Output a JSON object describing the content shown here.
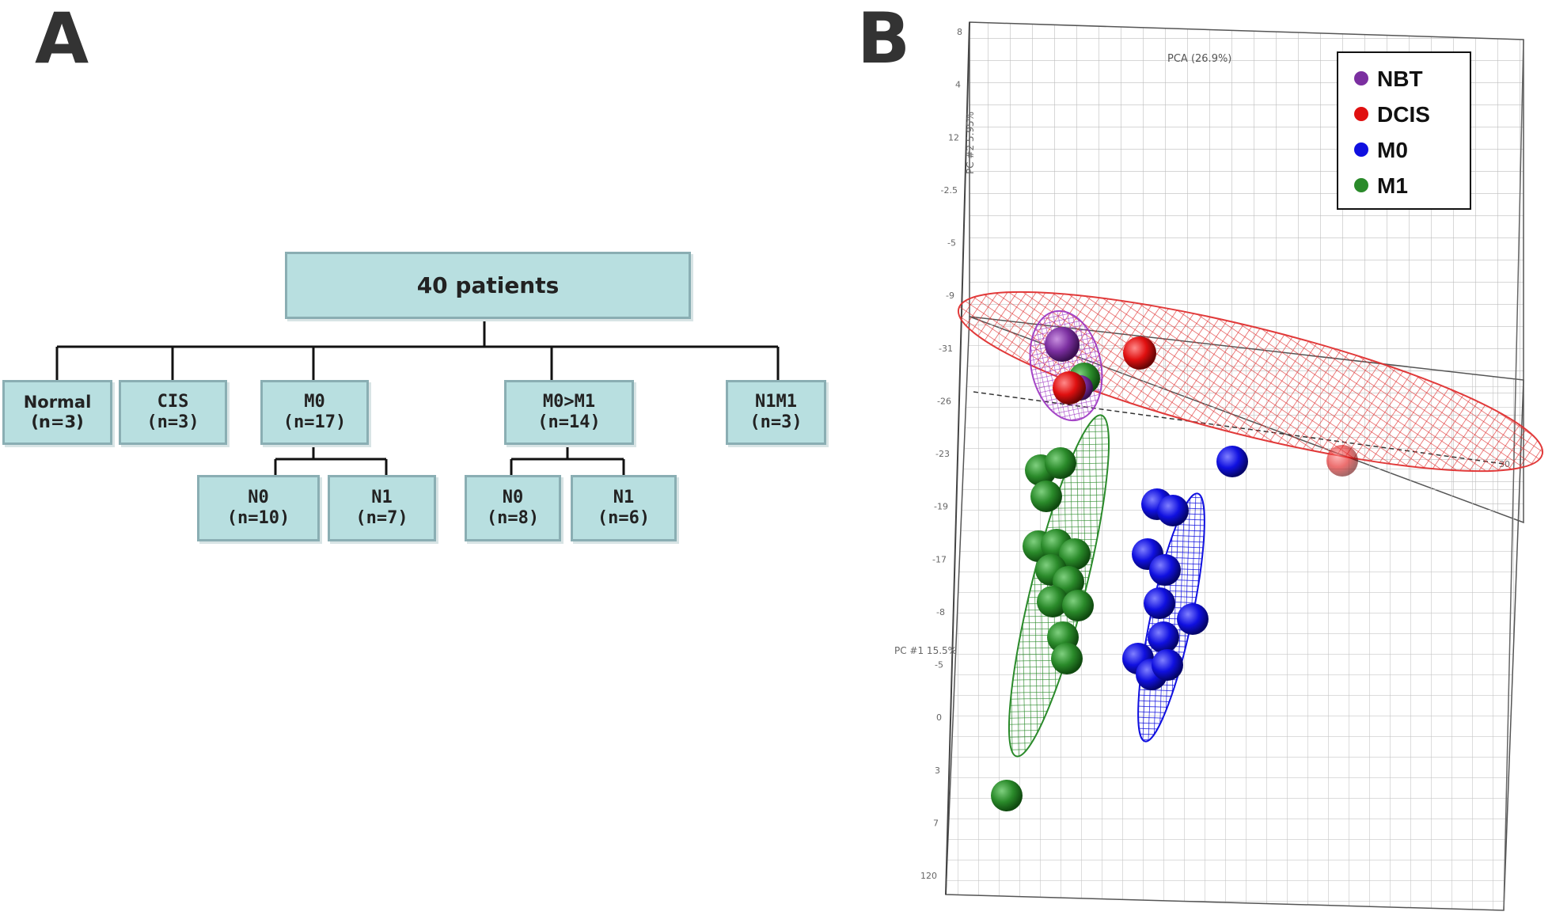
{
  "panels": {
    "a": "A",
    "b": "B"
  },
  "tree": {
    "root": "40 patients",
    "level1": [
      {
        "name": "Normal",
        "n": "(n=3)"
      },
      {
        "name": "CIS",
        "n": "(n=3)"
      },
      {
        "name": "M0",
        "n": "(n=17)"
      },
      {
        "name": "M0>M1",
        "n": "(n=14)"
      },
      {
        "name": "N1M1",
        "n": "(n=3)"
      }
    ],
    "m0_children": [
      {
        "name": "N0",
        "n": "(n=10)"
      },
      {
        "name": "N1",
        "n": "(n=7)"
      }
    ],
    "m0m1_children": [
      {
        "name": "N0",
        "n": "(n=8)"
      },
      {
        "name": "N1",
        "n": "(n=6)"
      }
    ]
  },
  "pca": {
    "title": "PCA (26.9%)",
    "axis_pc2": "PC #2 5.95%",
    "axis_pc1": "PC #1 15.5%",
    "axis_end": "30",
    "left_ticks": [
      "8",
      "4",
      "12",
      "-2.5",
      "-5",
      "-9",
      "-31",
      "-26",
      "-23",
      "-19",
      "-17",
      "-8",
      "-5",
      "0",
      "3",
      "7",
      "120"
    ],
    "legend": [
      {
        "label": "NBT",
        "color": "#7b2fa0"
      },
      {
        "label": "DCIS",
        "color": "#e01010"
      },
      {
        "label": "M0",
        "color": "#1010e0"
      },
      {
        "label": "M1",
        "color": "#2a8a2a"
      }
    ]
  }
}
